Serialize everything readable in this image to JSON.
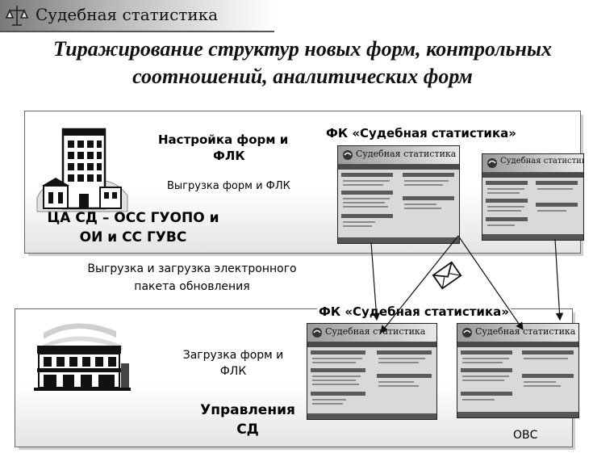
{
  "header": {
    "title": "Судебная статистика"
  },
  "main_title": {
    "line1": "Тиражирование структур новых форм, контрольных",
    "line2": "соотношений, аналитических форм"
  },
  "top_panel": {
    "setup_line1": "Настройка форм и",
    "setup_line2": "ФЛК",
    "fk_label": "ФК «Судебная статистика»",
    "export_label": "Выгрузка форм и ФЛК",
    "org_line1": "ЦА СД – ОСС ГУОПО  и",
    "org_line2": "ОИ и СС ГУВС"
  },
  "middle": {
    "package_line1": "Выгрузка и загрузка электронного",
    "package_line2": "пакета обновления"
  },
  "bottom_panel": {
    "fk_label": "ФК «Судебная статистика»",
    "load_line1": "Загрузка форм и",
    "load_line2": "ФЛК",
    "org_line1": "Управления",
    "org_line2": "СД",
    "ovs_label": "ОВС"
  },
  "mini_app": {
    "title": "Судебная статистика"
  }
}
